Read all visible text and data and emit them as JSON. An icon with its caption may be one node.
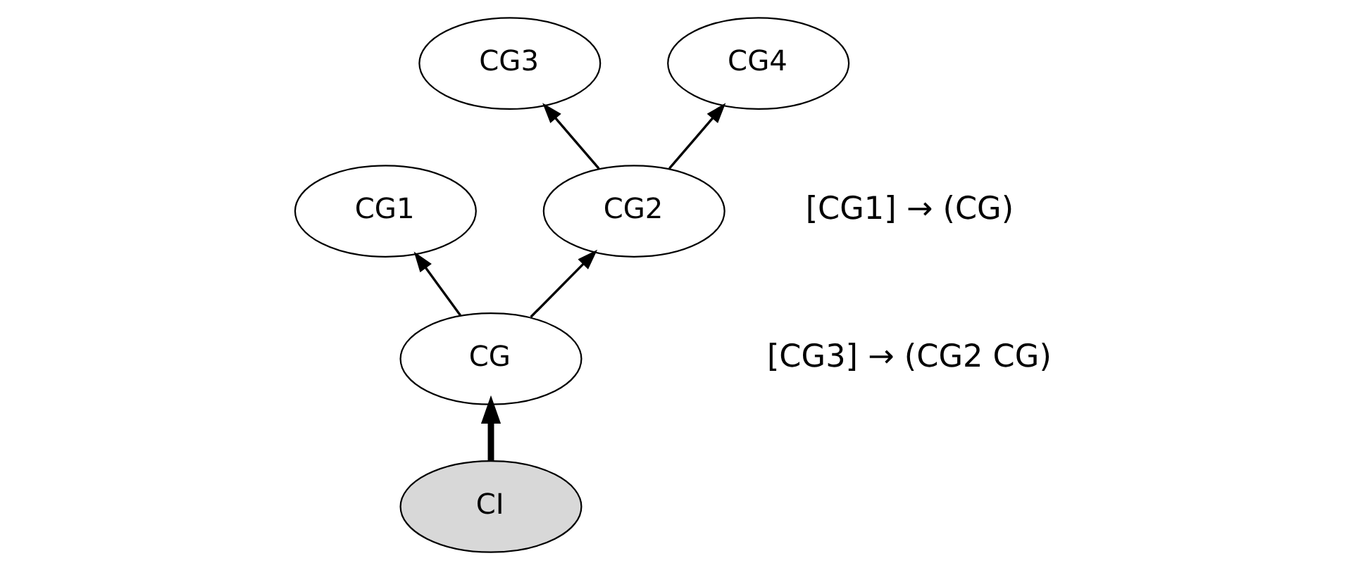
{
  "diagram": {
    "nodes": [
      {
        "text": [
          "CG3"
        ]
      },
      {
        "text": [
          "CG4"
        ]
      },
      {
        "text": [
          "CG1"
        ]
      },
      {
        "text": [
          "CG2"
        ]
      },
      {
        "text": [
          "CG"
        ]
      },
      {
        "text": [
          "CI"
        ]
      }
    ],
    "edges": [
      {
        "from": 4,
        "to": 2,
        "arrow": "to"
      },
      {
        "from": 4,
        "to": 3,
        "arrow": "to"
      },
      {
        "from": 3,
        "to": 0,
        "arrow": "to"
      },
      {
        "from": 3,
        "to": 1,
        "arrow": "to"
      },
      {
        "from": 5,
        "to": 4,
        "arrow": "to",
        "style": "thick"
      }
    ],
    "labels": [
      "[CG1] → (CG)",
      "[CG3] → (CG2 CG)"
    ]
  }
}
